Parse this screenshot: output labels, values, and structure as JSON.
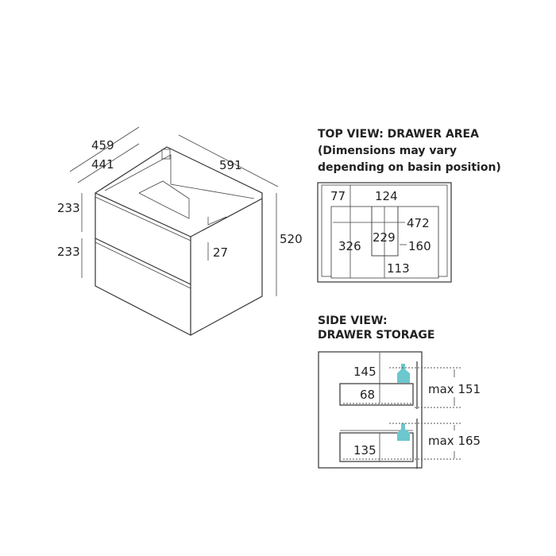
{
  "cabinet": {
    "depth_outer": "459",
    "depth_inner": "441",
    "width": "591",
    "height": "520",
    "drawer_top_height": "233",
    "drawer_bottom_height": "233",
    "gap": "27"
  },
  "top_view": {
    "title_line1": "TOP VIEW: DRAWER AREA",
    "title_line2": "(Dimensions may vary",
    "title_line3": "depending on basin position)",
    "dims": {
      "a": "77",
      "b": "124",
      "c": "472",
      "d": "326",
      "e": "229",
      "f": "160",
      "g": "113"
    }
  },
  "side_view": {
    "title_line1": "SIDE VIEW:",
    "title_line2": "DRAWER STORAGE",
    "dims": {
      "a": "145",
      "b": "68",
      "c": "135",
      "d": "max 151",
      "e": "max 165"
    }
  },
  "colors": {
    "panel": "#e4e4e4",
    "bottle": "#6cc7cf"
  }
}
